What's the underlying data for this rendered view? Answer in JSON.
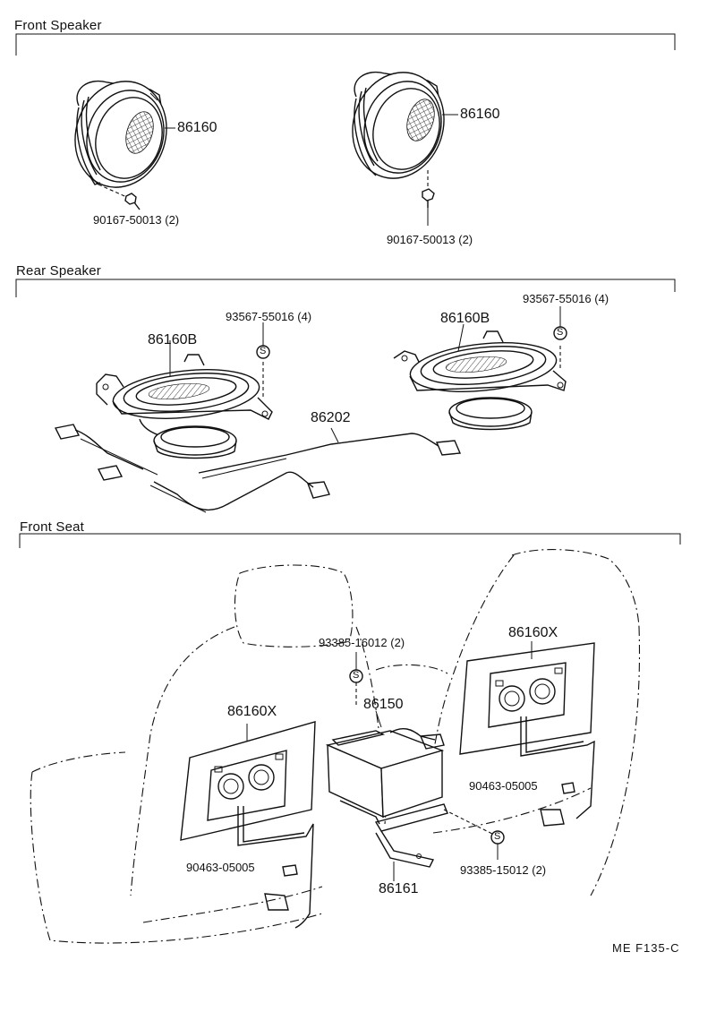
{
  "sections": {
    "front_speaker": "Front Speaker",
    "rear_speaker": "Rear Speaker",
    "front_seat": "Front Seat"
  },
  "parts": {
    "front_left_speaker": "86160",
    "front_right_speaker": "86160",
    "front_left_screw": "90167-50013 (2)",
    "front_right_screw": "90167-50013 (2)",
    "rear_left_screw": "93567-55016 (4)",
    "rear_right_screw": "93567-55016 (4)",
    "rear_left_speaker": "86160B",
    "rear_right_speaker": "86160B",
    "rear_harness": "86202",
    "seat_amp_screw": "93385-16012 (2)",
    "seat_right_speaker": "86160X",
    "seat_left_speaker": "86160X",
    "amplifier": "86150",
    "right_clip": "90463-05005",
    "left_clip": "90463-05005",
    "bracket": "86161",
    "bracket_screw": "93385-15012 (2)",
    "screw_symbol": "S"
  },
  "footer": {
    "code": "ME  F135-C"
  }
}
